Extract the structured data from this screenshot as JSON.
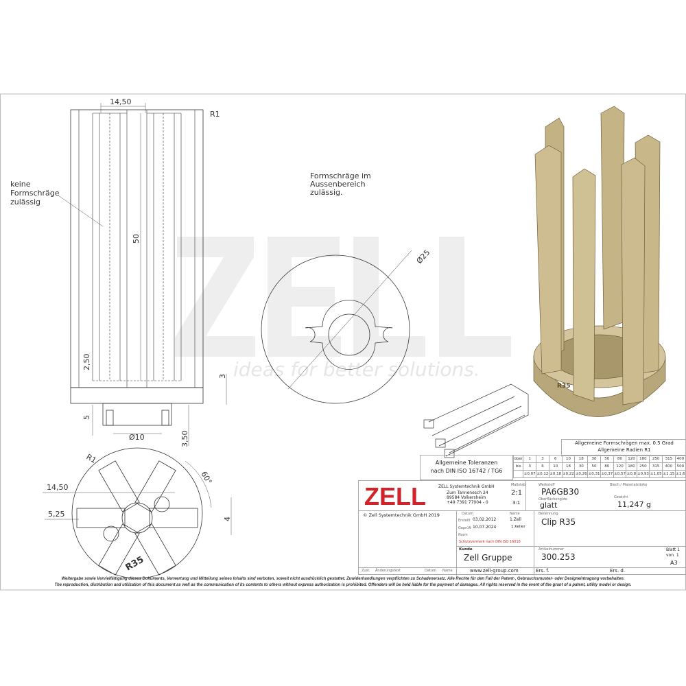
{
  "watermark": {
    "logo": "ZELL",
    "slogan": "ideas for better solutions."
  },
  "front_view": {
    "dim_width": "14,50",
    "dim_radius": "R1",
    "dim_height": "50",
    "dim_2_50": "2,50",
    "dim_3": "3",
    "dim_5": "5",
    "dim_dia": "Ø10",
    "dim_3_50": "3,50",
    "note": [
      "keine",
      "Formschräge",
      "zulässig"
    ]
  },
  "top_view": {
    "dim_dia": "Ø25",
    "note": [
      "Formschräge im",
      "Aussenbereich",
      "zulässig."
    ]
  },
  "bottom_view": {
    "dim_radius": "R1",
    "dim_14_50": "14,50",
    "dim_5_25": "5,25",
    "dim_angle": "60°",
    "dim_4": "4",
    "engraving": "R35"
  },
  "render": {
    "color": "#c9b98c",
    "engraving": "R35"
  },
  "general_notes": {
    "line1": "Allgemeine Formschrägen max. 0.5 Grad",
    "line2": "Allgemeine Radien R1"
  },
  "tolerances": {
    "title1": "Allgemeine Toleranzen",
    "title2": "nach DIN ISO 16742 / TG6",
    "row_labels": [
      "über",
      "bis"
    ],
    "over": [
      "1",
      "3",
      "6",
      "10",
      "18",
      "30",
      "50",
      "80",
      "120",
      "180",
      "250",
      "315",
      "400"
    ],
    "upto": [
      "3",
      "6",
      "10",
      "18",
      "30",
      "50",
      "80",
      "120",
      "180",
      "250",
      "315",
      "400",
      "500"
    ],
    "tol": [
      "±0,07",
      "±0,12",
      "±0,18",
      "±0,22",
      "±0,26",
      "±0,31",
      "±0,37",
      "±0,57",
      "±0,8",
      "±0,93",
      "±1,05",
      "±1,15",
      "±1,6"
    ]
  },
  "title_block": {
    "logo": "ZELL",
    "brand_color": "#d2232a",
    "company": "ZELL Systemtechnik GmbH",
    "street": "Zum Tannenesch 24",
    "city": "89584 Volkersheim",
    "phone": "+49 7391 77004 - 0",
    "scale_label": "Maßstab",
    "scale": "2:1",
    "scale2": "3:1",
    "material_label": "Werkstoff",
    "material": "PA6GB30",
    "surface_label": "Oberflächengüte",
    "surface": "glatt",
    "sheet_label": "Blech / Materialstärke",
    "weight_label": "Gewicht",
    "weight": "11,247 g",
    "copyright": "© Zell Systemtechnik GmbH 2019",
    "date_label": "Datum",
    "name_label": "Name",
    "created_label": "Erstellt",
    "created_date": "03.02.2012",
    "created_name": "1.Zell",
    "checked_label": "Geprüft",
    "checked_date": "10.07.2024",
    "checked_name": "1.Keller",
    "norm_label": "Norm",
    "protection": "Schutzvermerk nach DIN ISO 16016",
    "designation_label": "Benennung",
    "designation": "Clip R35",
    "customer_label": "Kunde",
    "customer": "Zell Gruppe",
    "article_label": "Artikelnummer",
    "article": "300.253",
    "sheet": "Blatt",
    "sheet_no": "1",
    "of": "von",
    "of_no": "1",
    "format": "A3",
    "rev_zust": "Zust.",
    "rev_text": "Änderungstext",
    "rev_date": "Datum",
    "rev_name": "Name",
    "website": "www.zell-group.com",
    "replaces": "Ers. f.",
    "replaced_by": "Ers. d."
  },
  "legal": {
    "de": "Weitergabe sowie Vervielfältigung dieses Dokuments, Verwertung und Mitteilung seines Inhalts sind verboten, soweit nicht ausdrücklich gestattet. Zuwiderhandlungen verpflichten zu Schadenersatz. Alle Rechte für den Fall der Patent-, Gebrauchsmuster- oder Designeintragung vorbehalten.",
    "en": "The reproduction, distribution and utilization of this document as well as the communication of its contents to others without express authorization is prohibited. Offenders will be held liable for the payment of damages. All rights reserved in the event of the grant of a patent, utility model or design."
  }
}
